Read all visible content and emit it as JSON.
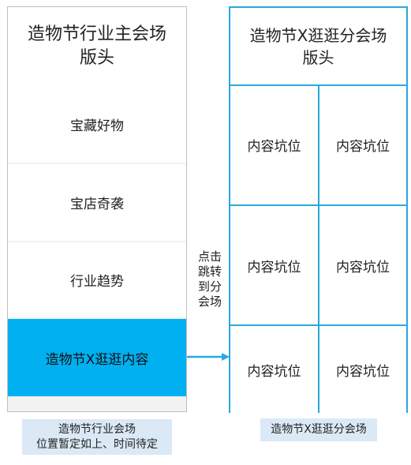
{
  "main_venue": {
    "header_line1": "造物节行业主会场",
    "header_line2": "版头",
    "blocks": [
      {
        "label": "宝藏好物"
      },
      {
        "label": "宝店奇袭"
      },
      {
        "label": "行业趋势"
      },
      {
        "label": "造物节X逛逛内容"
      }
    ],
    "highlight_color": "#00b0f0"
  },
  "jump_note": {
    "line1": "点击",
    "line2": "跳转",
    "line3": "到分",
    "line4": "会场"
  },
  "sub_venue": {
    "header_line1": "造物节X逛逛分会场",
    "header_line2": "版头",
    "cells": [
      "内容坑位",
      "内容坑位",
      "内容坑位",
      "内容坑位",
      "内容坑位",
      "内容坑位"
    ],
    "border_color": "#29a8e0"
  },
  "captions": {
    "left_line1": "造物节行业会场",
    "left_line2": "位置暂定如上、时间待定",
    "right": "造物节X逛逛分会场"
  }
}
